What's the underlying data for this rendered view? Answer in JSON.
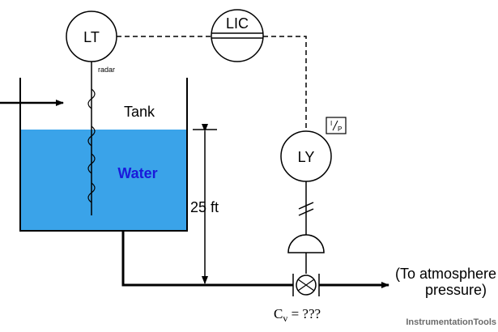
{
  "instruments": {
    "level_transmitter": "LT",
    "level_controller": "LIC",
    "ip_converter": "LY",
    "ip_converter_badge_i": "I",
    "ip_converter_badge_p": "P"
  },
  "sensor": {
    "type_label": "radar"
  },
  "tank": {
    "label": "Tank",
    "liquid_label": "Water",
    "height_label": "25 ft"
  },
  "valve": {
    "cv_symbol": "C",
    "cv_subscript": "v",
    "cv_value": " = ???"
  },
  "outlet": {
    "line1": "(To atmosphere",
    "line2": "pressure)"
  },
  "watermark": "InstrumentationTools",
  "colors": {
    "water": "#3aa3e9",
    "water_label": "#1a1adb",
    "line": "#000000"
  }
}
